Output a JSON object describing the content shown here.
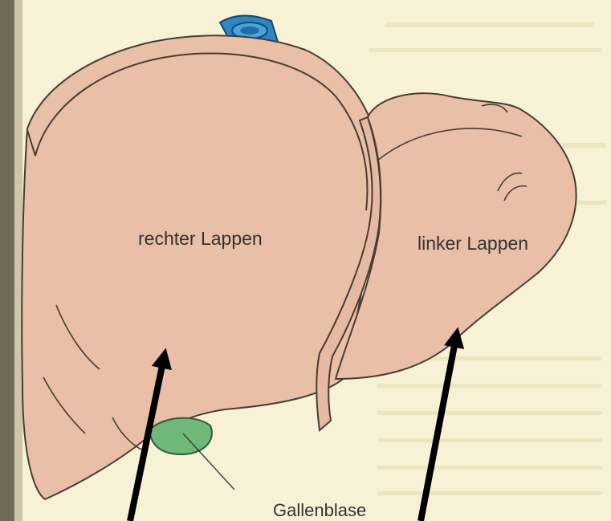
{
  "labels": {
    "right_lobe": "rechter Lappen",
    "left_lobe": "linker Lappen",
    "gallbladder": "Gallenblase"
  },
  "colors": {
    "page_background": "#f7f2d6",
    "liver_fill": "#e9bfa8",
    "liver_outline": "#4a3c34",
    "gallbladder_fill": "#6fb87a",
    "vessel_fill": "#2d86c6",
    "arrow": "#000000",
    "label_text": "#333331"
  },
  "icons": {
    "vessel": "blue-vessel-icon",
    "arrow": "black-arrow-icon"
  }
}
